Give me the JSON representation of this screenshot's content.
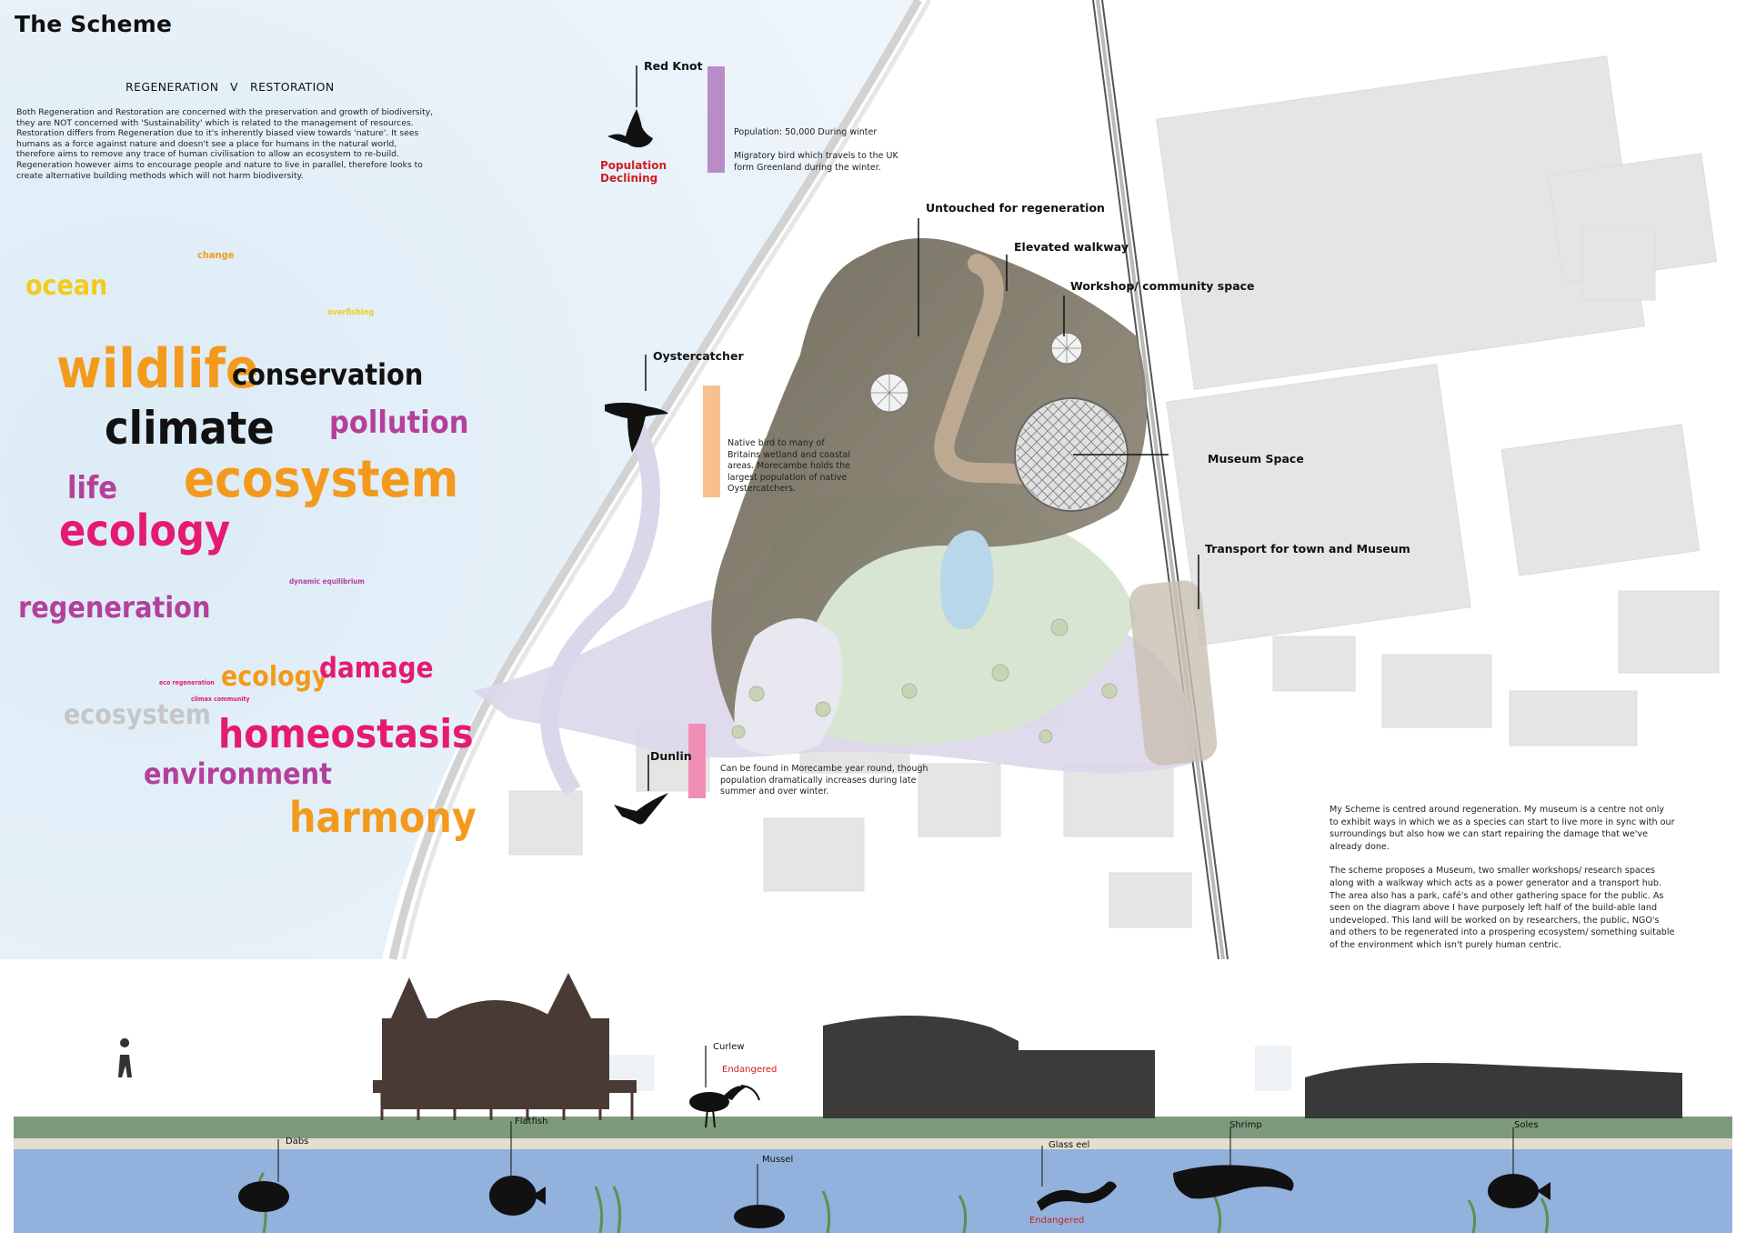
{
  "title": "The Scheme",
  "comparison": {
    "left": "REGENERATION",
    "mid": "V",
    "right": "RESTORATION"
  },
  "intro_text": "Both Regeneration and Restoration are concerned with the preservation and growth of biodiversity, they are NOT concerned with 'Sustainability' which is related to the management of resources. Restoration differs from Regeneration due to it's inherently biased view towards 'nature'. It sees humans as a force against nature and doesn't see a place for humans in the natural world, therefore aims to remove any trace of human civilisation to allow an ecosystem to re-build. Regeneration however aims to encourage people and nature to live in parallel, therefore looks to create alternative building methods which will not harm biodiversity.",
  "word_cloud": [
    {
      "text": "change",
      "color": "#f39a1c"
    },
    {
      "text": "ocean",
      "color": "#f1cc1b"
    },
    {
      "text": "overfishing",
      "color": "#f1cc1b"
    },
    {
      "text": "wildlife",
      "color": "#f39a1c"
    },
    {
      "text": "conservation",
      "color": "#111111"
    },
    {
      "text": "climate",
      "color": "#111111"
    },
    {
      "text": "pollution",
      "color": "#b4409a"
    },
    {
      "text": "life",
      "color": "#b4409a"
    },
    {
      "text": "ecosystem",
      "color": "#f39a1c"
    },
    {
      "text": "ecology",
      "color": "#e51a73"
    },
    {
      "text": "dynamic equilibrium",
      "color": "#b4409a"
    },
    {
      "text": "regeneration",
      "color": "#b4409a"
    },
    {
      "text": "eco regeneration",
      "color": "#e51a73"
    },
    {
      "text": "ecology",
      "color": "#f39a1c"
    },
    {
      "text": "damage",
      "color": "#e51a73"
    },
    {
      "text": "climax community",
      "color": "#e51a73"
    },
    {
      "text": "ecosystem",
      "color": "#c6c6c6"
    },
    {
      "text": "homeostasis",
      "color": "#e51a73"
    },
    {
      "text": "environment",
      "color": "#b4409a"
    },
    {
      "text": "harmony",
      "color": "#f39a1c"
    }
  ],
  "birds": {
    "red_knot": {
      "name": "Red Knot",
      "status": "Population Declining",
      "population": "Population: 50,000 During winter",
      "desc": "Migratory bird which travels to the UK form Greenland during the winter.",
      "color": "#b98cc8"
    },
    "oystercatcher": {
      "name": "Oystercatcher",
      "desc": "Native bird to many of Britains wetland and coastal areas. Morecambe holds the largest population of native Oystercatchers.",
      "color": "#f7c08f"
    },
    "dunlin": {
      "name": "Dunlin",
      "desc": "Can be found in Morecambe year round, though population dramatically increases during late summer and over winter.",
      "color": "#f28eb6"
    }
  },
  "plan_labels": {
    "untouched": "Untouched for regeneration",
    "walkway": "Elevated walkway",
    "workshop": "Workshop/ community space",
    "museum": "Museum Space",
    "transport": "Transport for town and Museum"
  },
  "scheme_text": [
    "My Scheme is centred around regeneration. My museum is a centre not only to exhibit ways in which we as a species can start to live more in sync with our surroundings but also how we can start repairing the damage that we've already done.",
    "The scheme proposes a Museum, two smaller workshops/ research spaces along with a walkway which acts as a power generator and a transport hub. The area also has a park, café's and other gathering space for the public. As seen on the diagram above I have purposely left half of the build-able land undeveloped. This land will be worked on by researchers, the public, NGO's and others to be regenerated into a prospering ecosystem/ something suitable of the environment which isn't purely human centric."
  ],
  "section_labels": {
    "curlew": "Curlew",
    "curlew_status": "Endangered",
    "dabs": "Dabs",
    "flatfish": "Flatfish",
    "mussel": "Mussel",
    "glass_eel": "Glass eel",
    "glass_eel_status": "Endangered",
    "shrimp": "Shrimp",
    "soles": "Soles"
  }
}
